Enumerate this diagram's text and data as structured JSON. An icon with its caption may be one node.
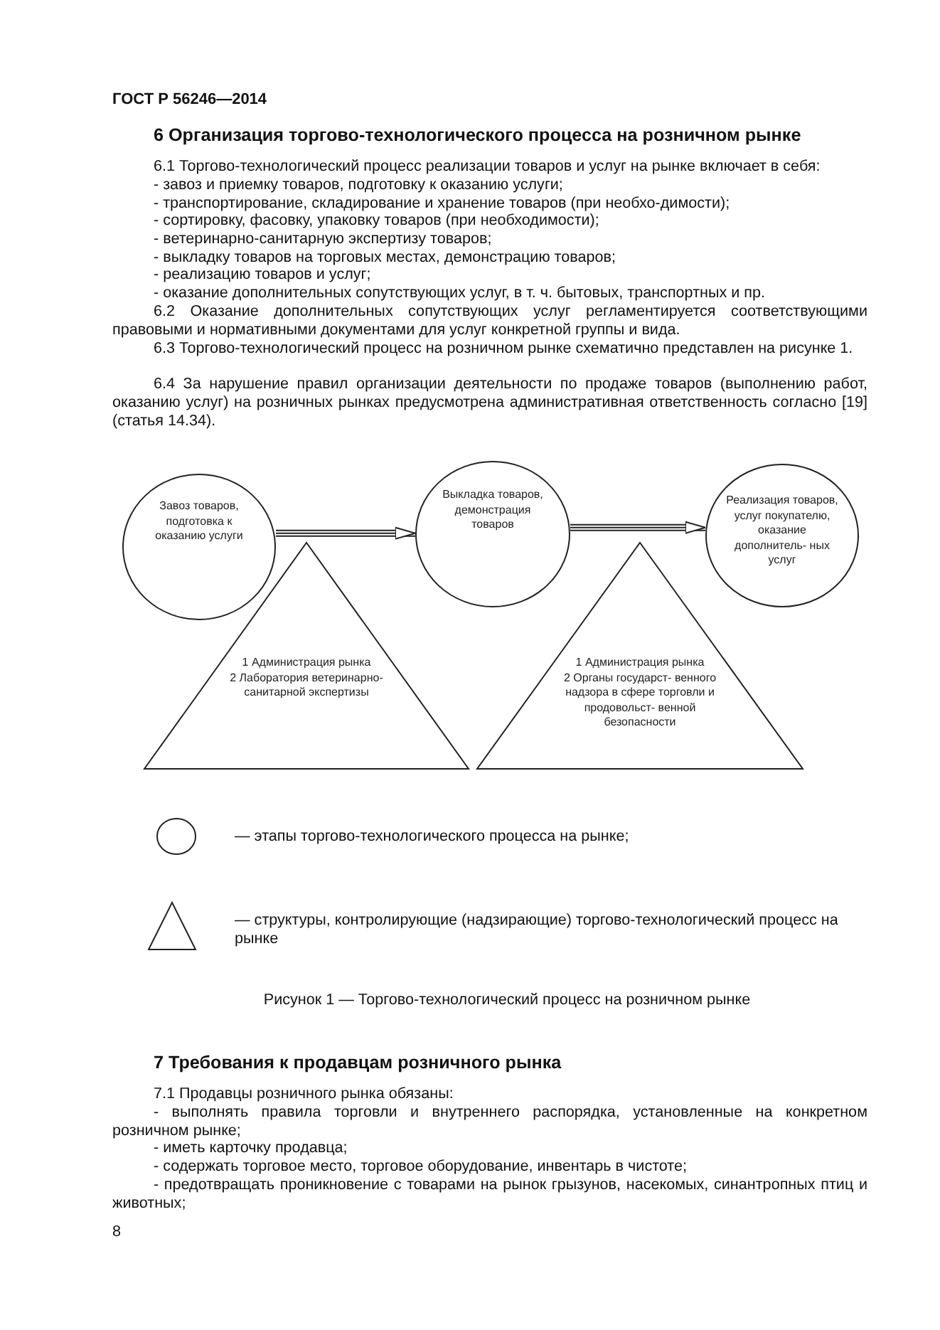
{
  "diagram": {
    "caption": "Рисунок 1 — Торгово-технологический процесс на розничном рынке",
    "nodes": [
      {
        "text": [
          "Завоз товаров, подготовка к оказанию услуги"
        ]
      },
      {
        "text": [
          "Выкладка товаров, демонстрация товаров"
        ]
      },
      {
        "text": [
          "Реализация товаров, услуг покупателю, оказание дополнитель- ных услуг"
        ]
      },
      {
        "text": [
          "1 Администрация рынка",
          "2 Лаборатория ветеринарно-санитарной экспертизы"
        ]
      },
      {
        "text": [
          "1 Администрация рынка",
          "2 Органы государст- венного надзора в сфере торговли и продовольст- венной безопасности"
        ]
      }
    ],
    "edges": [
      {
        "from": 0,
        "to": 1,
        "arrow": "to"
      },
      {
        "from": 1,
        "to": 2,
        "arrow": "to"
      }
    ],
    "labels": [
      "ГОСТ Р 56246—2014",
      "6 Организация торгово-технологического процесса на розничном рынке",
      "6.1 Торгово-технологический процесс реализации товаров и услуг на рынке включает в себя:",
      "- завоз и приемку товаров, подготовку к оказанию услуги;",
      "- транспортирование, складирование и хранение товаров (при необхо-димости);",
      "- сортировку, фасовку, упаковку товаров (при необходимости);",
      "- ветеринарно-санитарную экспертизу товаров;",
      "- выкладку товаров на торговых местах, демонстрацию товаров;",
      "- реализацию товаров и услуг;",
      "- оказание дополнительных сопутствующих услуг, в т. ч. бытовых, транспортных и пр.",
      "6.2 Оказание дополнительных сопутствующих услуг регламентируется соответствующими правовыми и нормативными документами для услуг конкретной группы и вида.",
      "6.3 Торгово-технологический процесс на розничном рынке схематично представлен на рисунке 1.",
      "6.4 За нарушение правил организации деятельности по продаже товаров (выполнению работ, оказанию услуг) на розничных рынках предусмотрена административная ответственность согласно [19] (статья 14.34).",
      "7 Требования к продавцам розничного рынка",
      "7.1 Продавцы розничного рынка обязаны:",
      "- выполнять правила торговли и внутреннего распорядка, установленные на конкретном розничном рынке;",
      "- иметь карточку продавца;",
      "- содержать торговое место, торговое оборудование, инвентарь в чистоте;",
      "- предотвращать проникновение с товарами на рынок грызунов, насекомых, синантропных птиц и животных;",
      "8"
    ],
    "legend": [
      {
        "text": "— этапы торгово-технологического процесса на рынке;"
      },
      {
        "text": "— структуры, контролирующие (надзирающие) торгово-технологический процесс на рынке"
      }
    ]
  }
}
